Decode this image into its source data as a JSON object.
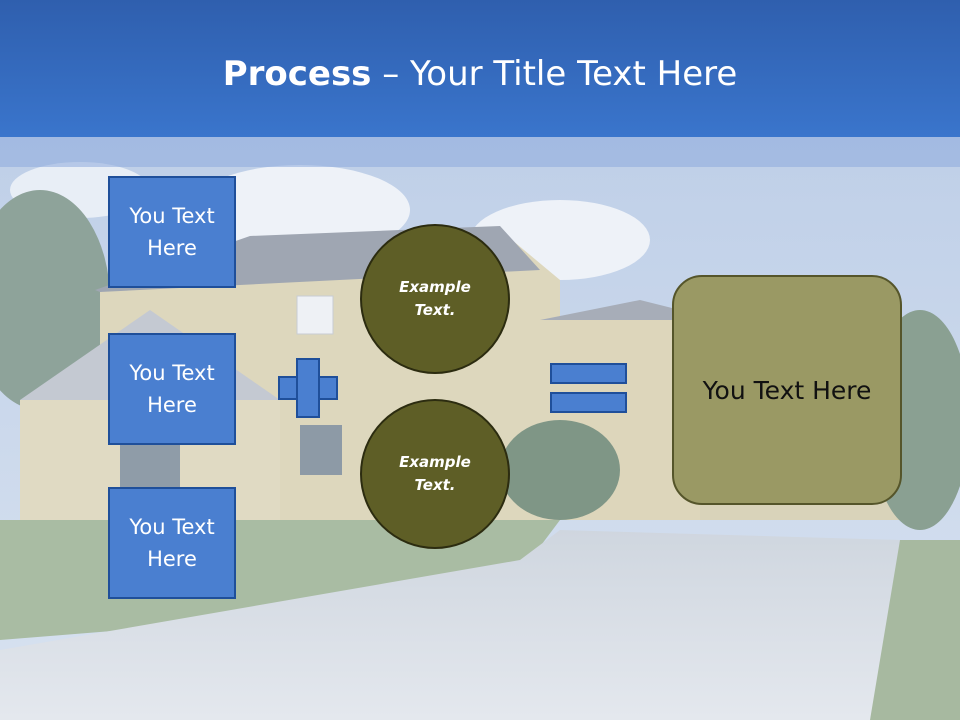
{
  "header": {
    "title_bold": "Process",
    "title_rest": " – Your Title Text Here"
  },
  "left_boxes": [
    {
      "label": "You Text Here"
    },
    {
      "label": "You Text Here"
    },
    {
      "label": "You Text Here"
    }
  ],
  "circles": [
    {
      "label": "Example Text."
    },
    {
      "label": "Example Text."
    }
  ],
  "result": {
    "label": "You Text Here"
  },
  "colors": {
    "header": "#3a75cc",
    "box_fill": "#4a7fd0",
    "circle_fill": "#5e5e26",
    "result_fill": "#9a9964"
  }
}
